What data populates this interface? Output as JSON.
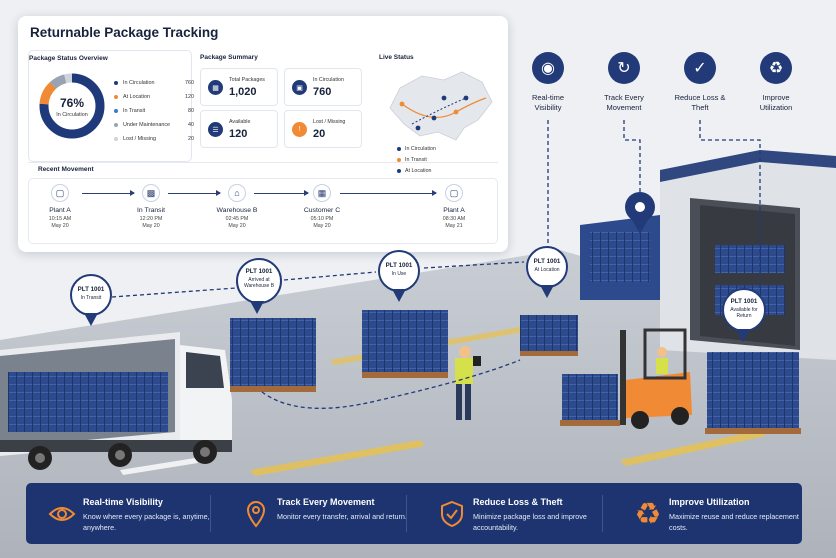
{
  "dashboard": {
    "title": "Returnable Package Tracking",
    "status_overview": {
      "title": "Package Status Overview",
      "donut_value": "76%",
      "donut_label": "In Circulation",
      "legend": [
        {
          "label": "In Circulation",
          "value": "760",
          "color": "#1f3a7a"
        },
        {
          "label": "At Location",
          "value": "120",
          "color": "#f08a34"
        },
        {
          "label": "In Transit",
          "value": "80",
          "color": "#3d79c9"
        },
        {
          "label": "Under Maintenance",
          "value": "40",
          "color": "#9aa3b3"
        },
        {
          "label": "Lost / Missing",
          "value": "20",
          "color": "#cfd4dc"
        }
      ]
    },
    "summary": {
      "title": "Package Summary",
      "cards": [
        {
          "label": "Total Packages",
          "value": "1,020",
          "icon": "package-icon",
          "color": "#223a78"
        },
        {
          "label": "In Circulation",
          "value": "760",
          "icon": "box-icon",
          "color": "#223a78"
        },
        {
          "label": "Available",
          "value": "120",
          "icon": "clipboard-icon",
          "color": "#223a78"
        },
        {
          "label": "Lost / Missing",
          "value": "20",
          "icon": "alert-icon",
          "color": "#f08a34"
        }
      ]
    },
    "live_status": {
      "title": "Live Status",
      "legend": [
        {
          "label": "In Circulation",
          "color": "#1f3a7a"
        },
        {
          "label": "In Transit",
          "color": "#f08a34"
        },
        {
          "label": "At Location",
          "color": "#1f3a7a"
        }
      ]
    },
    "recent_movement": {
      "title": "Recent Movement",
      "steps": [
        {
          "name": "Plant A",
          "time": "10:15 AM",
          "date": "May 20",
          "icon": "factory-icon"
        },
        {
          "name": "In Transit",
          "time": "12:20 PM",
          "date": "May 20",
          "icon": "truck-icon"
        },
        {
          "name": "Warehouse B",
          "time": "02:45 PM",
          "date": "May 20",
          "icon": "warehouse-icon"
        },
        {
          "name": "Customer C",
          "time": "05:10 PM",
          "date": "May 20",
          "icon": "building-icon"
        },
        {
          "name": "Plant A",
          "time": "08:30 AM",
          "date": "May 21",
          "icon": "factory-icon"
        }
      ]
    }
  },
  "features_top": [
    {
      "label": "Real-time Visibility",
      "icon": "location-pin-icon"
    },
    {
      "label": "Track Every Movement",
      "icon": "route-icon"
    },
    {
      "label": "Reduce Loss & Theft",
      "icon": "shield-check-icon"
    },
    {
      "label": "Improve Utilization",
      "icon": "recycle-icon"
    }
  ],
  "pins": [
    {
      "id": "PLT 1001",
      "status": "In Transit"
    },
    {
      "id": "PLT 1001",
      "status": "Arrived at Warehouse B"
    },
    {
      "id": "PLT 1001",
      "status": "In Use"
    },
    {
      "id": "PLT 1001",
      "status": "At Location"
    },
    {
      "id": "PLT 1001",
      "status": "Available for Return"
    }
  ],
  "bottom_bar": [
    {
      "title": "Real-time Visibility",
      "desc": "Know where every package is, anytime, anywhere.",
      "icon": "eye-icon"
    },
    {
      "title": "Track Every Movement",
      "desc": "Monitor every transfer, arrival and return.",
      "icon": "location-pin-icon"
    },
    {
      "title": "Reduce Loss & Theft",
      "desc": "Minimize package loss and improve accountability.",
      "icon": "shield-check-icon"
    },
    {
      "title": "Improve Utilization",
      "desc": "Maximize reuse and reduce replacement costs.",
      "icon": "recycle-icon"
    }
  ],
  "colors": {
    "navy": "#1d3470",
    "accent": "#f08a34",
    "crate": "#2c4a8c"
  }
}
